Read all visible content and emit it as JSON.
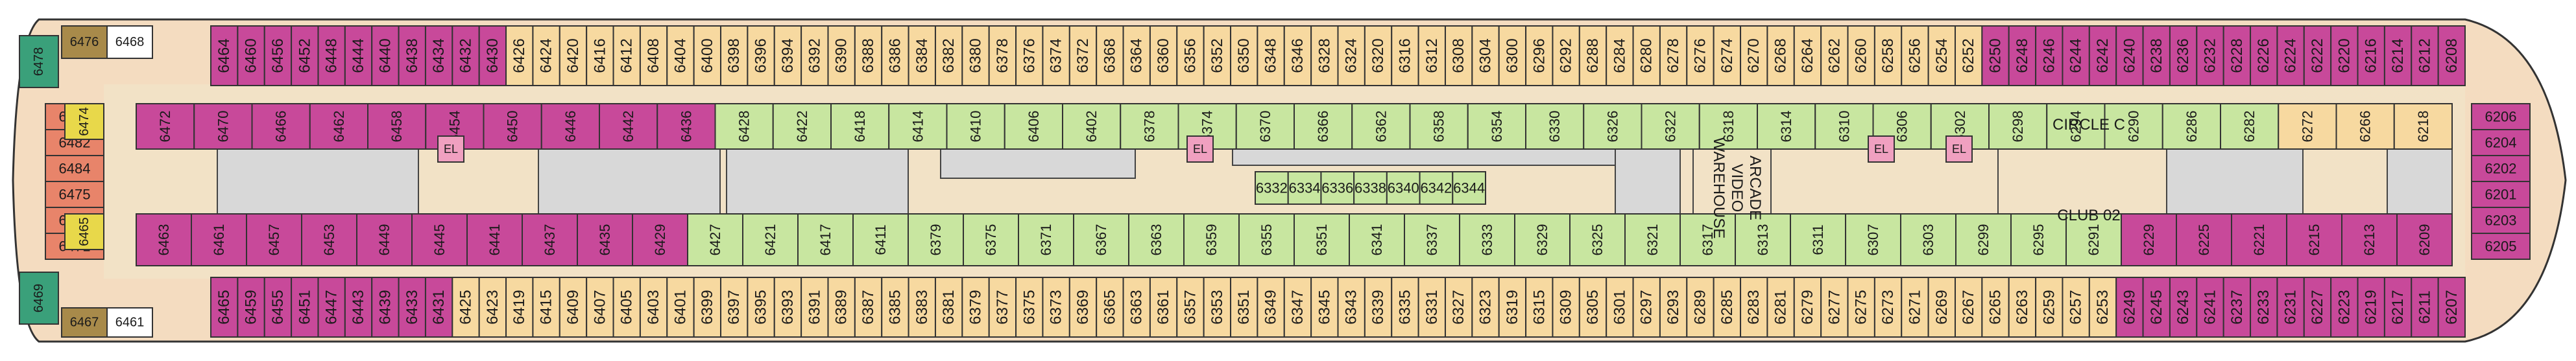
{
  "colors": {
    "inside": "#f7d9a0",
    "balcony": "#c8499a",
    "oceanview": "#c8e6a0",
    "outside_aft": "#e8846a",
    "suite": "#a88a4a",
    "yellow": "#e8d84a",
    "teal": "#3aa07a",
    "public": "#d8d8d8",
    "white": "#ffffff",
    "elevator": "#f0a0c0"
  },
  "cabins": {
    "top_outer": [
      "6464",
      "6460",
      "6456",
      "6452",
      "6448",
      "6444",
      "6440",
      "6438",
      "6434",
      "6432",
      "6430",
      "6426",
      "6424",
      "6420",
      "6416",
      "6412",
      "6408",
      "6404",
      "6400",
      "6398",
      "6396",
      "6394",
      "6392",
      "6390",
      "6388",
      "6386",
      "6384",
      "6382",
      "6380",
      "6378",
      "6376",
      "6374",
      "6372",
      "6368",
      "6364",
      "6360",
      "6356",
      "6352",
      "6350",
      "6348",
      "6346",
      "6328",
      "6324",
      "6320",
      "6316",
      "6312",
      "6308",
      "6304",
      "6300",
      "6296",
      "6292",
      "6288",
      "6284",
      "6280",
      "6278",
      "6276",
      "6274",
      "6270",
      "6268",
      "6264",
      "6262",
      "6260",
      "6258",
      "6256",
      "6254",
      "6252",
      "6250",
      "6248",
      "6246",
      "6244",
      "6242",
      "6240",
      "6238",
      "6236",
      "6232",
      "6228",
      "6226",
      "6224",
      "6222",
      "6220",
      "6216",
      "6214",
      "6212",
      "6208"
    ],
    "bottom_outer": [
      "6465",
      "6459",
      "6455",
      "6451",
      "6447",
      "6443",
      "6439",
      "6433",
      "6431",
      "6425",
      "6423",
      "6419",
      "6415",
      "6409",
      "6407",
      "6405",
      "6403",
      "6401",
      "6399",
      "6397",
      "6395",
      "6393",
      "6391",
      "6389",
      "6387",
      "6385",
      "6383",
      "6381",
      "6379",
      "6377",
      "6375",
      "6373",
      "6369",
      "6365",
      "6363",
      "6361",
      "6357",
      "6353",
      "6351",
      "6349",
      "6347",
      "6345",
      "6343",
      "6339",
      "6335",
      "6331",
      "6327",
      "6323",
      "6319",
      "6315",
      "6309",
      "6305",
      "6301",
      "6297",
      "6293",
      "6289",
      "6285",
      "6283",
      "6281",
      "6279",
      "6277",
      "6275",
      "6273",
      "6271",
      "6269",
      "6267",
      "6265",
      "6263",
      "6259",
      "6257",
      "6253",
      "6249",
      "6245",
      "6243",
      "6241",
      "6237",
      "6233",
      "6231",
      "6227",
      "6223",
      "6219",
      "6217",
      "6211",
      "6207"
    ],
    "upper_inner": [
      "6472",
      "6470",
      "6466",
      "6462",
      "6458",
      "6454",
      "6450",
      "6446",
      "6442",
      "6436",
      "6428",
      "6422",
      "6418",
      "6414",
      "6410",
      "6406",
      "6402",
      "6378",
      "6374",
      "6370",
      "6366",
      "6362",
      "6358",
      "6354",
      "6330",
      "6326",
      "6322",
      "6318",
      "6314",
      "6310",
      "6306",
      "6302",
      "6298",
      "6294",
      "6290",
      "6286",
      "6282",
      "6272",
      "6266",
      "6218"
    ],
    "lower_inner": [
      "6463",
      "6461",
      "6457",
      "6453",
      "6449",
      "6445",
      "6441",
      "6437",
      "6435",
      "6429",
      "6427",
      "6421",
      "6417",
      "6411",
      "6379",
      "6375",
      "6371",
      "6367",
      "6363",
      "6359",
      "6355",
      "6351",
      "6341",
      "6337",
      "6333",
      "6329",
      "6325",
      "6321",
      "6317",
      "6313",
      "6311",
      "6307",
      "6303",
      "6299",
      "6295",
      "6291",
      "6229",
      "6225",
      "6221",
      "6215",
      "6213",
      "6209"
    ],
    "center_row": [
      "6332",
      "6334",
      "6336",
      "6338",
      "6340",
      "6342",
      "6344"
    ],
    "aft": [
      "6480",
      "6482",
      "6484",
      "6475",
      "6473",
      "6471"
    ],
    "aft_side": [
      "6478",
      "6469",
      "6476",
      "6468",
      "6474",
      "6465",
      "6467",
      "6461"
    ],
    "forward": [
      "6206",
      "6204",
      "6202",
      "6201",
      "6203",
      "6205"
    ]
  },
  "labels": {
    "arcade": [
      "WAREHOUSE",
      "VIDEO",
      "ARCADE"
    ],
    "circle_c": "CIRCLE C",
    "club_02": "CLUB 02",
    "elevator": "EL"
  }
}
